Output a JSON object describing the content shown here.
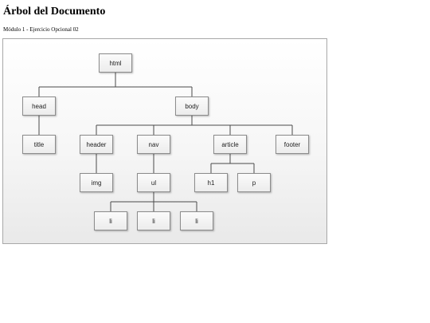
{
  "header": {
    "title": "Árbol del Documento",
    "subtitle": "Módulo 1 - Ejercicio Opcional 02"
  },
  "tree": {
    "html": "html",
    "head": "head",
    "body": "body",
    "title": "title",
    "header": "header",
    "nav": "nav",
    "article": "article",
    "footer": "footer",
    "img": "img",
    "ul": "ul",
    "h1": "h1",
    "p": "p",
    "li_1": "li",
    "li_2": "li",
    "li_3": "li"
  },
  "colors": {
    "connector": "#4a4a4a",
    "node_border": "#8c8c8c"
  }
}
